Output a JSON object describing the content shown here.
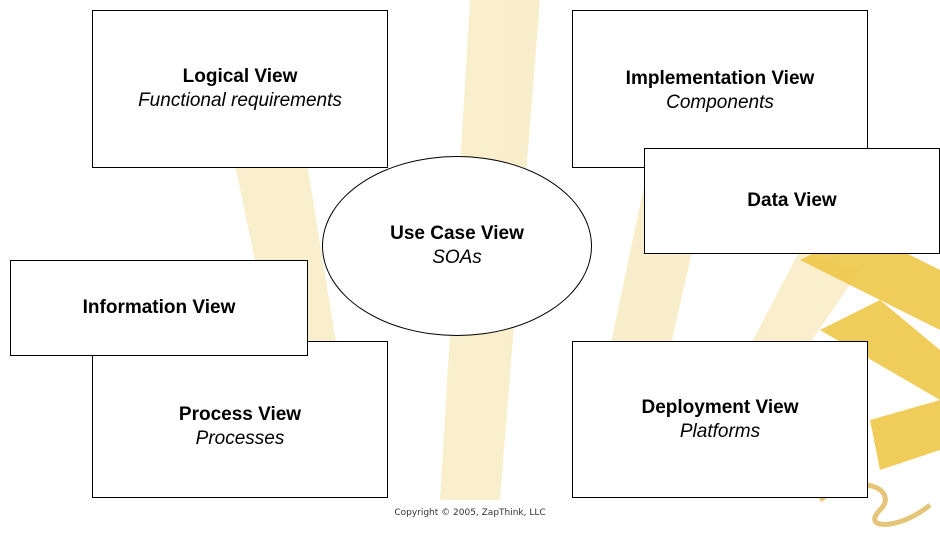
{
  "colors": {
    "background": "#ffffff",
    "sun_watermark": "#f6e3a8",
    "sun_accent": "#efc84a",
    "border": "#000000"
  },
  "views": {
    "logical": {
      "title": "Logical View",
      "subtitle": "Functional requirements"
    },
    "implementation": {
      "title": "Implementation View",
      "subtitle": "Components"
    },
    "data": {
      "title": "Data View"
    },
    "use_case": {
      "title": "Use Case View",
      "subtitle": "SOAs"
    },
    "information": {
      "title": "Information View"
    },
    "process": {
      "title": "Process View",
      "subtitle": "Processes"
    },
    "deployment": {
      "title": "Deployment View",
      "subtitle": "Platforms"
    }
  },
  "footer": {
    "copyright": "Copyright © 2005, ZapThink, LLC"
  }
}
